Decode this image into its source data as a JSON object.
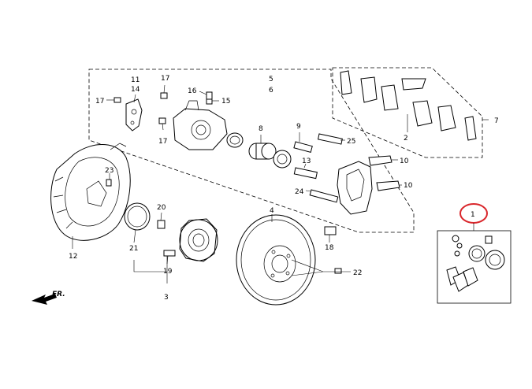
{
  "diagram": {
    "highlight_color": "#d9262b",
    "callouts": {
      "c1": "1",
      "c2": "2",
      "c3": "3",
      "c4": "4",
      "c5": "5",
      "c6": "6",
      "c7": "7",
      "c8": "8",
      "c9": "9",
      "c10a": "10",
      "c10b": "10",
      "c11": "11",
      "c12": "12",
      "c13": "13",
      "c14": "14",
      "c15": "15",
      "c16": "16",
      "c17a": "17",
      "c17b": "17",
      "c17c": "17",
      "c18": "18",
      "c19": "19",
      "c20": "20",
      "c21": "21",
      "c22": "22",
      "c23": "23",
      "c24": "24",
      "c25": "25"
    },
    "direction_label": "FR."
  }
}
